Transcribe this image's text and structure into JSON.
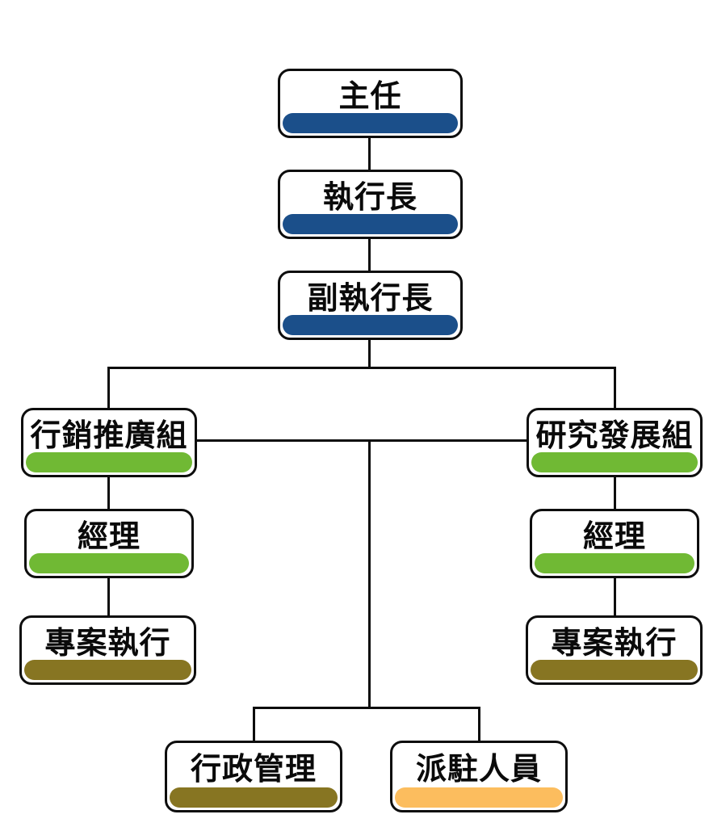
{
  "diagram": {
    "type": "org-chart",
    "background_color": "#ffffff",
    "line_color": "#0d0d0d",
    "bar_colors": {
      "blue": "#1b4f8a",
      "green": "#70b934",
      "olive": "#877522",
      "orange": "#fcbd5e"
    },
    "nodes": [
      {
        "id": "director",
        "label": "主任",
        "level": 1,
        "parent": null,
        "bar_color": "#1b4f8a"
      },
      {
        "id": "executive-director",
        "label": "執行長",
        "level": 2,
        "parent": "director",
        "bar_color": "#1b4f8a"
      },
      {
        "id": "deputy-executive-director",
        "label": "副執行長",
        "level": 3,
        "parent": "executive-director",
        "bar_color": "#1b4f8a"
      },
      {
        "id": "marketing-promotion-group",
        "label": "行銷推廣組",
        "level": 4,
        "parent": "deputy-executive-director",
        "bar_color": "#70b934"
      },
      {
        "id": "research-development-group",
        "label": "研究發展組",
        "level": 4,
        "parent": "deputy-executive-director",
        "bar_color": "#70b934"
      },
      {
        "id": "marketing-manager",
        "label": "經理",
        "level": 5,
        "parent": "marketing-promotion-group",
        "bar_color": "#70b934"
      },
      {
        "id": "rnd-manager",
        "label": "經理",
        "level": 5,
        "parent": "research-development-group",
        "bar_color": "#70b934"
      },
      {
        "id": "marketing-project-executor",
        "label": "專案執行",
        "level": 6,
        "parent": "marketing-manager",
        "bar_color": "#877522"
      },
      {
        "id": "rnd-project-executor",
        "label": "專案執行",
        "level": 6,
        "parent": "rnd-manager",
        "bar_color": "#877522"
      },
      {
        "id": "admin-management",
        "label": "行政管理",
        "level": 5,
        "parent": "deputy-executive-director",
        "bar_color": "#877522"
      },
      {
        "id": "dispatched-personnel",
        "label": "派駐人員",
        "level": 5,
        "parent": "deputy-executive-director",
        "bar_color": "#fcbd5e"
      }
    ]
  }
}
